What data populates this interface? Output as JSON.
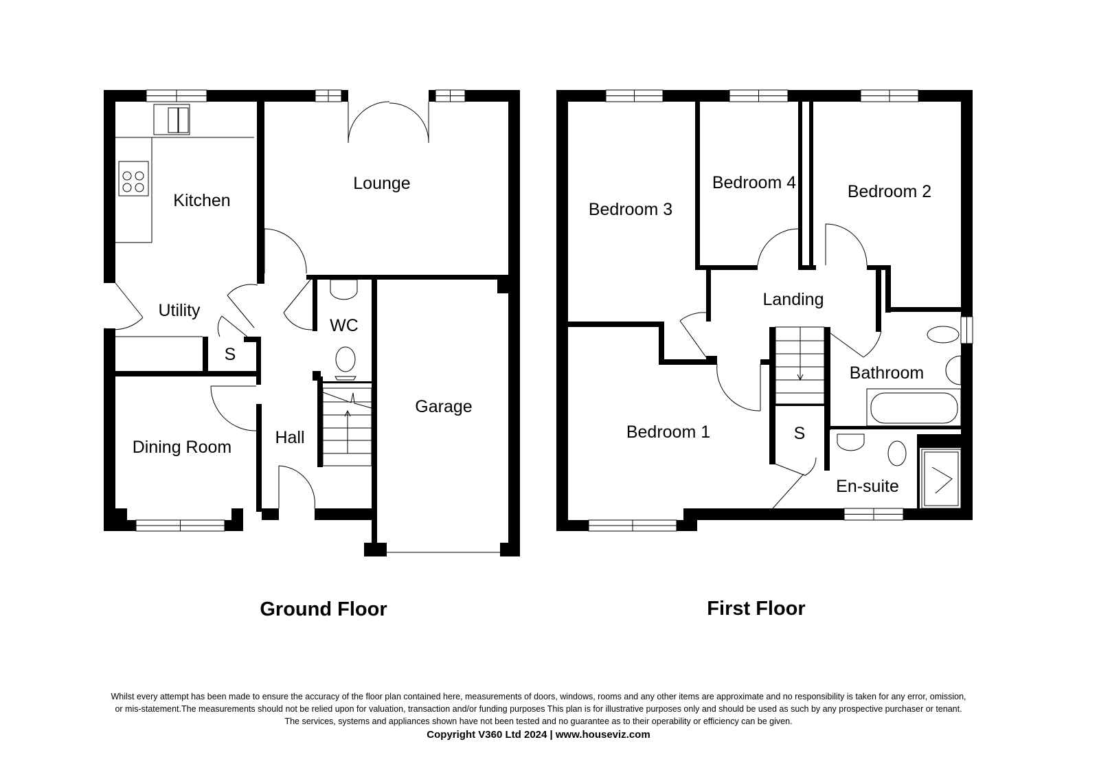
{
  "ground_floor": {
    "title": "Ground Floor",
    "rooms": {
      "kitchen": "Kitchen",
      "lounge": "Lounge",
      "utility": "Utility",
      "store": "S",
      "wc": "WC",
      "garage": "Garage",
      "dining_room": "Dining Room",
      "hall": "Hall"
    }
  },
  "first_floor": {
    "title": "First Floor",
    "rooms": {
      "bedroom3": "Bedroom 3",
      "bedroom4": "Bedroom 4",
      "bedroom2": "Bedroom 2",
      "landing": "Landing",
      "bathroom": "Bathroom",
      "bedroom1": "Bedroom 1",
      "store": "S",
      "ensuite": "En-suite"
    }
  },
  "footer": {
    "disclaimer_1": "Whilst every attempt has been made to ensure the accuracy of the floor plan contained here, measurements of doors, windows, rooms and any other items are approximate and no responsibility is taken for any error, omission,",
    "disclaimer_2": "or mis-statement.The measurements should not be relied upon for valuation, transaction and/or funding purposes This plan is for illustrative purposes only and should be used as such by any prospective purchaser or tenant.",
    "disclaimer_3": "The services, systems and appliances shown have not been tested and no guarantee as to their operability or efficiency can be given.",
    "copyright": "Copyright V360 Ltd 2024 | www.houseviz.com"
  }
}
